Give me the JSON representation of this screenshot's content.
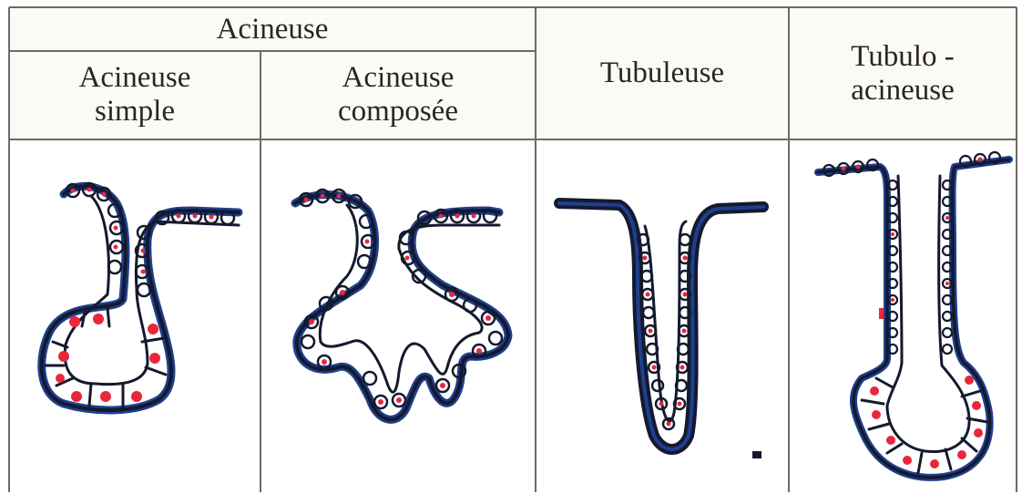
{
  "table": {
    "group_header": "Acineuse",
    "columns": [
      {
        "label": "Acineuse\nsimple"
      },
      {
        "label": "Acineuse\ncomposée"
      },
      {
        "label": "Tubuleuse"
      },
      {
        "label": "Tubulo -\nacineuse"
      }
    ]
  },
  "colors": {
    "grid_line": "#6f6a64",
    "cell_outline": "#141a2e",
    "epithelium_border": "#1f3f8f",
    "nucleus": "#e8283a",
    "header_text": "#2a2622"
  }
}
